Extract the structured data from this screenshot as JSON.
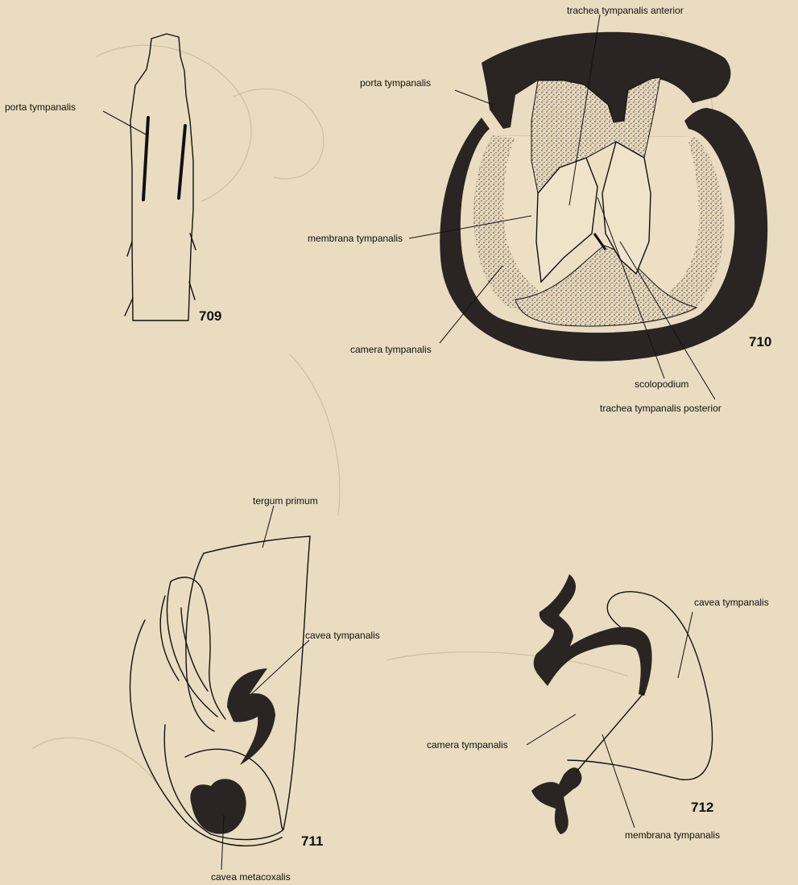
{
  "figures": {
    "fig709": {
      "number": "709",
      "labels": {
        "porta": "porta tympanalis"
      }
    },
    "fig710": {
      "number": "710",
      "labels": {
        "trachea_anterior": "trachea tympanalis anterior",
        "porta": "porta tympanalis",
        "membrana": "membrana tympanalis",
        "camera": "camera tympanalis",
        "scolopodium": "scolopodium",
        "trachea_posterior": "trachea tympanalis posterior"
      }
    },
    "fig711": {
      "number": "711",
      "labels": {
        "tergum": "tergum primum",
        "cavea_tymp": "cavea tympanalis",
        "cavea_meta": "cavea metacoxalis"
      }
    },
    "fig712": {
      "number": "712",
      "labels": {
        "cavea": "cavea tympanalis",
        "camera": "camera tympanalis",
        "membrana": "membrana tympanalis"
      }
    }
  },
  "colors": {
    "paper": "#e9dcc0",
    "ink": "#111111",
    "stipple": "#e2d3b8"
  }
}
